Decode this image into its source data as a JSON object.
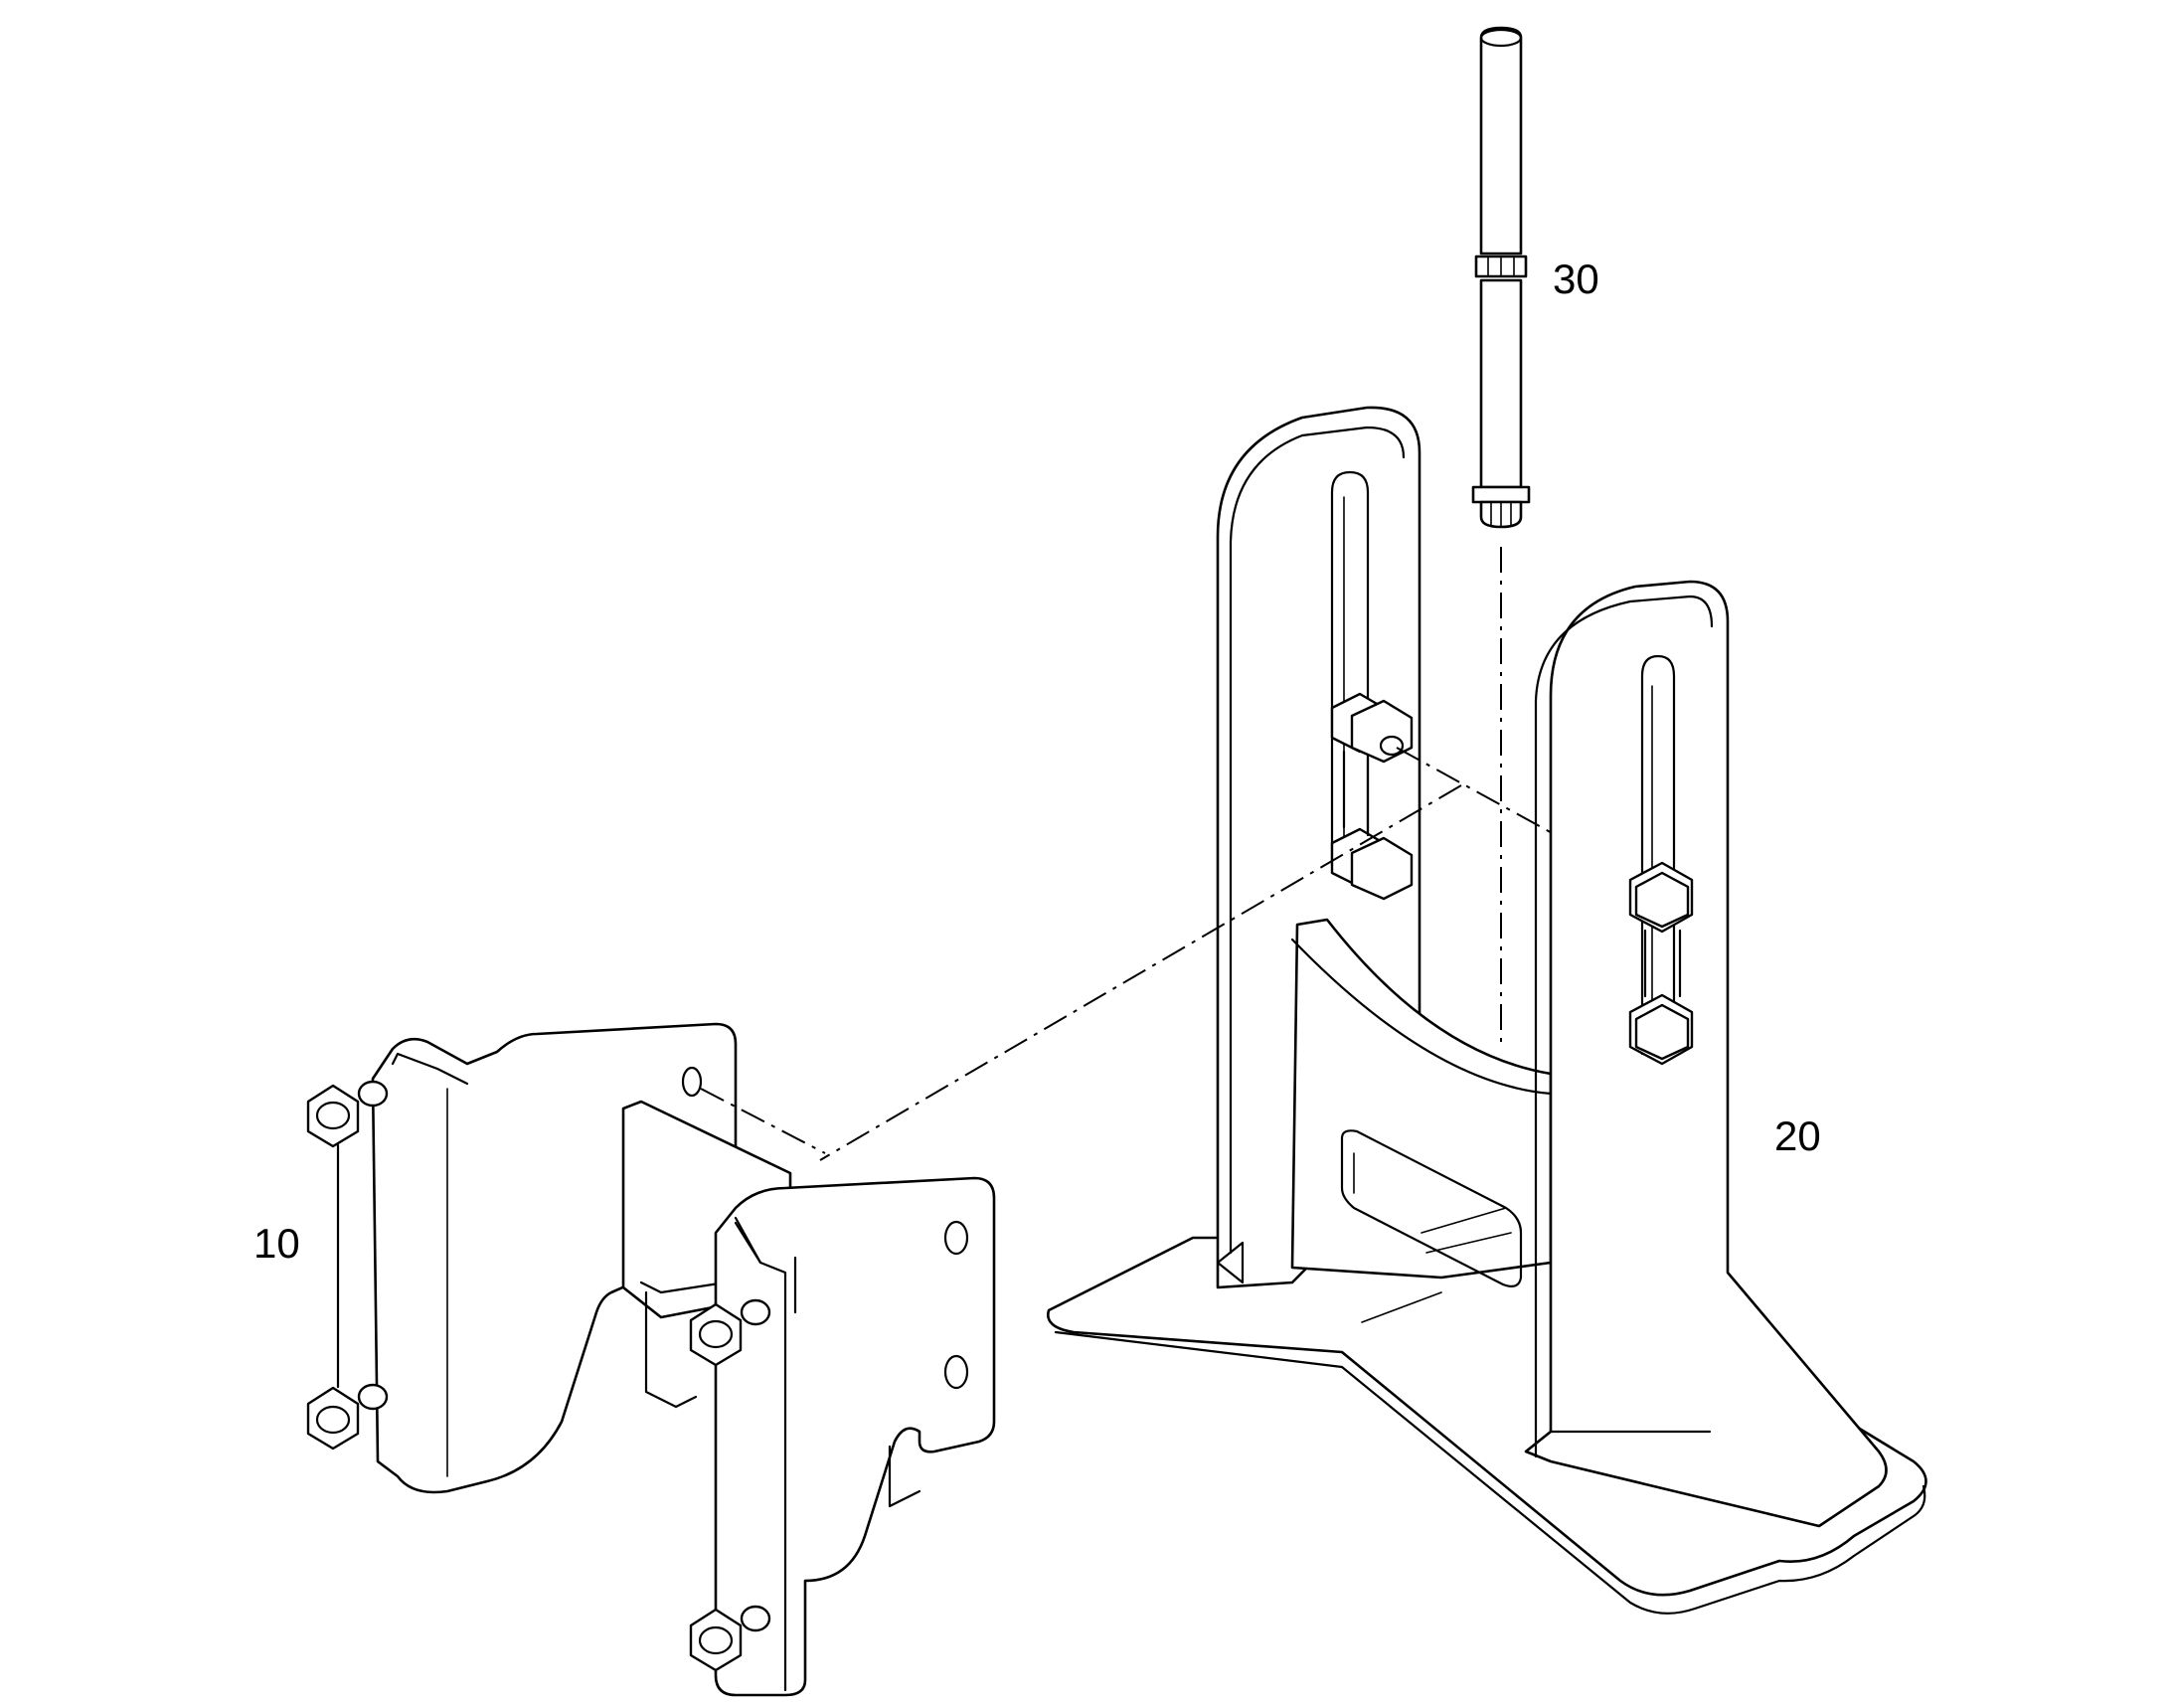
{
  "callouts": {
    "part_10": "10",
    "part_20": "20",
    "part_30": "30"
  },
  "colors": {
    "line": "#000000",
    "background": "#ffffff"
  }
}
